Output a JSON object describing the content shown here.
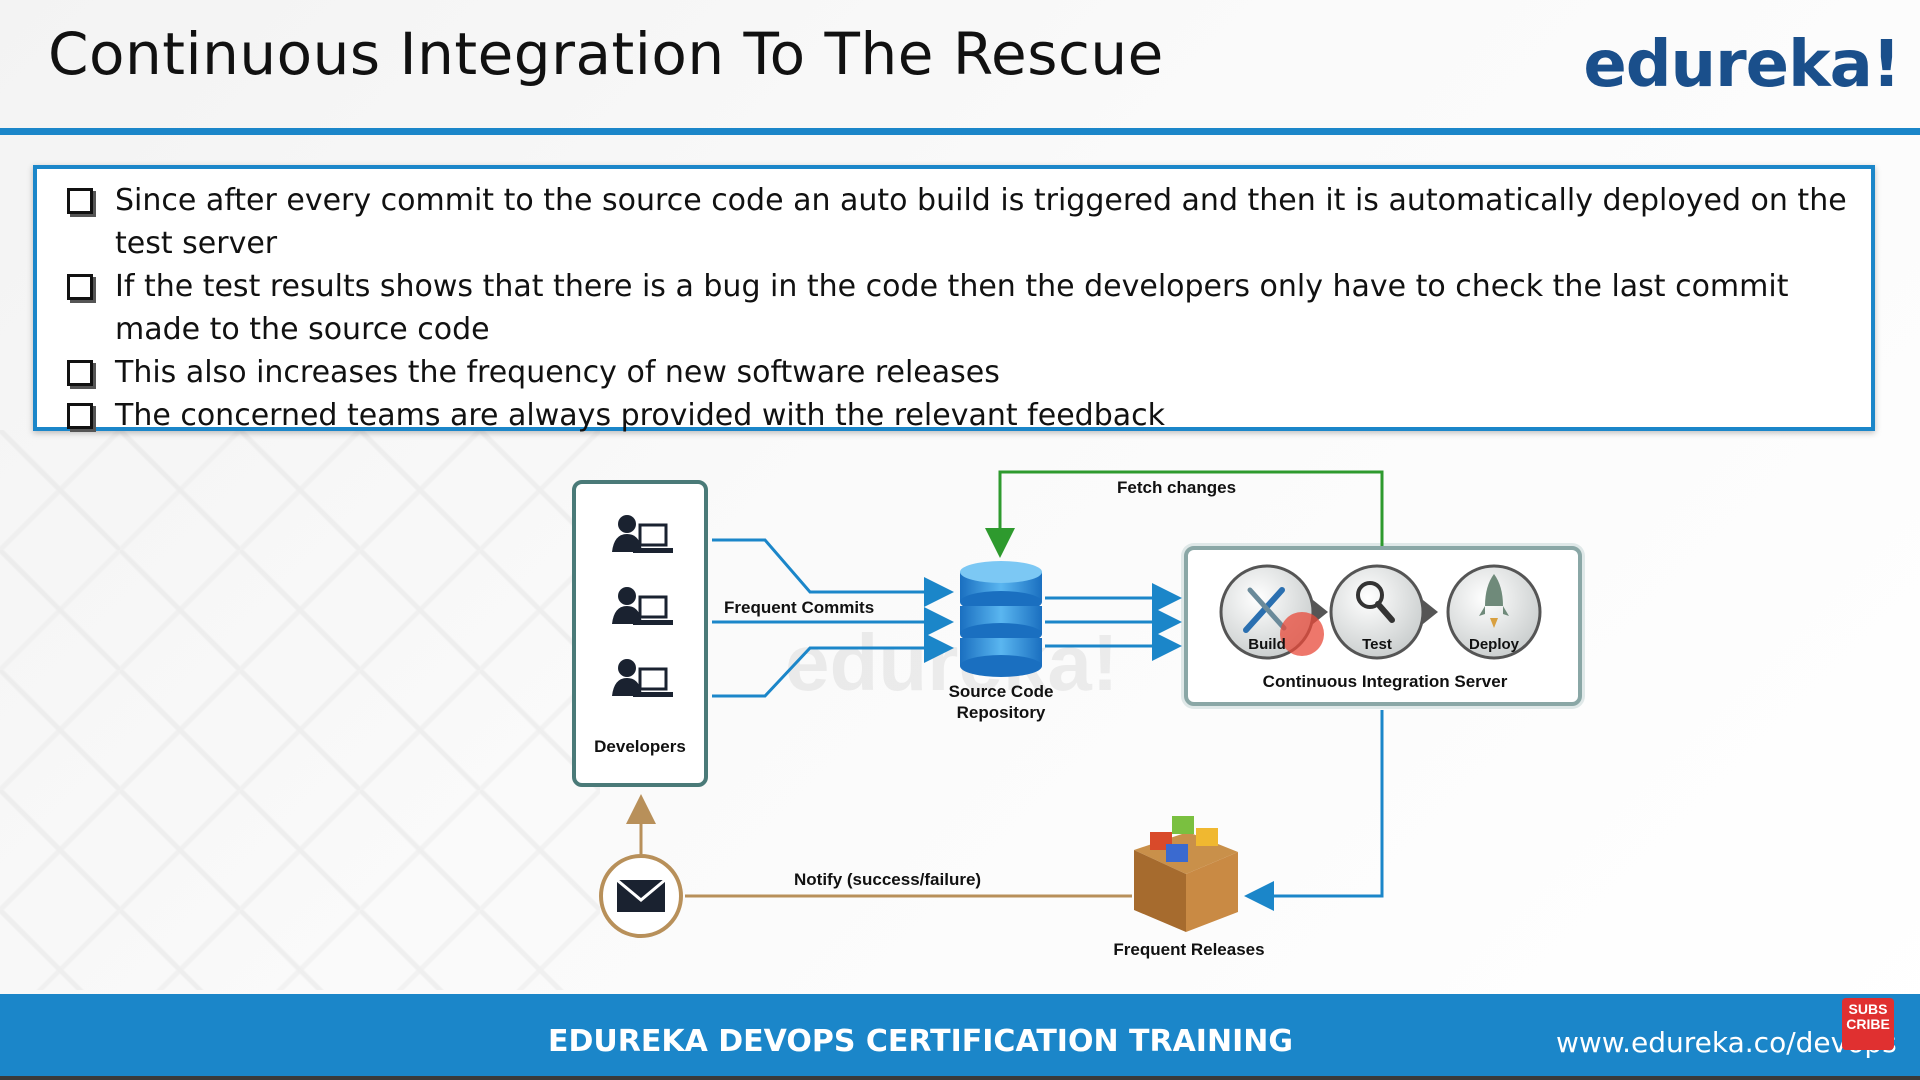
{
  "slide": {
    "title": "Continuous Integration To The Rescue",
    "logo": "edureka!"
  },
  "bullets": [
    "Since after every commit to the source code an auto build is triggered and then it is automatically deployed on the test server",
    "If the test results shows that there is a bug in the code then the developers only have to check the last commit made to the source code",
    "This also increases the frequency of new software releases",
    "The concerned teams are always provided with the relevant feedback"
  ],
  "diagram": {
    "developers_label": "Developers",
    "frequent_commits": "Frequent Commits",
    "fetch_changes": "Fetch changes",
    "repository_label_line1": "Source Code",
    "repository_label_line2": "Repository",
    "ci_server_label": "Continuous Integration Server",
    "stages": [
      "Build",
      "Test",
      "Deploy"
    ],
    "notify_label": "Notify (success/failure)",
    "releases_label": "Frequent Releases",
    "watermark": "edureka!"
  },
  "footer": {
    "training": "EDUREKA DEVOPS CERTIFICATION TRAINING",
    "url": "www.edureka.co/devops",
    "subscribe": "SUBS CRIBE"
  },
  "colors": {
    "accent": "#1b86c9",
    "logo": "#1a4f8b",
    "arrow_blue": "#1b86c9",
    "arrow_green": "#2e9a2e",
    "arrow_tan": "#b8905a"
  }
}
